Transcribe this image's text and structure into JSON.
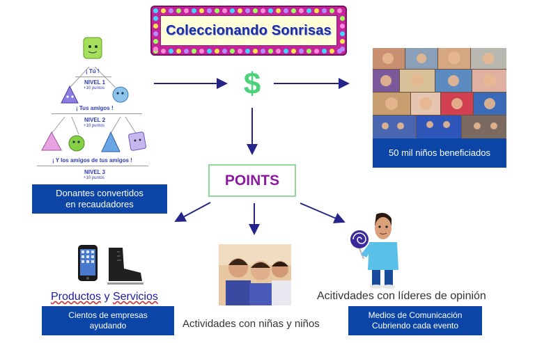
{
  "title": "Coleccionando Sonrisas",
  "pyramid": {
    "level1_top": "¡ Tú !",
    "level1_label": "NIVEL 1",
    "level1_points": "+10 puntos",
    "level2_top": "¡ Tus amigos !",
    "level2_label": "NIVEL 2",
    "level2_points": "+10 puntos",
    "level3_top": "¡ Y los amigos de tus amigos !",
    "level3_label": "NIVEL 3",
    "level3_points": "+10 puntos"
  },
  "donors_box": {
    "line1": "Donantes convertidos",
    "line2": "en recaudadores"
  },
  "dollar_symbol": "$",
  "children_box": {
    "text": "50 mil niños beneficiados"
  },
  "points_label": "POINTS",
  "products": {
    "heading_part1": "Productos",
    "heading_and": " y ",
    "heading_part2": "Servicios",
    "line1": "Cientos de empresas",
    "line2": "ayudando"
  },
  "activities_children": {
    "label": "Actividades con niñas y niños"
  },
  "leaders": {
    "heading": "Acitivdades con líderes de opinión",
    "line1": "Medios de Comunicación",
    "line2": "Cubriendo cada evento"
  },
  "colors": {
    "caption_blue": "#0b45a6",
    "arrow": "#24248a",
    "points_text": "#8b1a9e",
    "points_border": "#8fd79b",
    "dollar": "#4bd27a"
  }
}
